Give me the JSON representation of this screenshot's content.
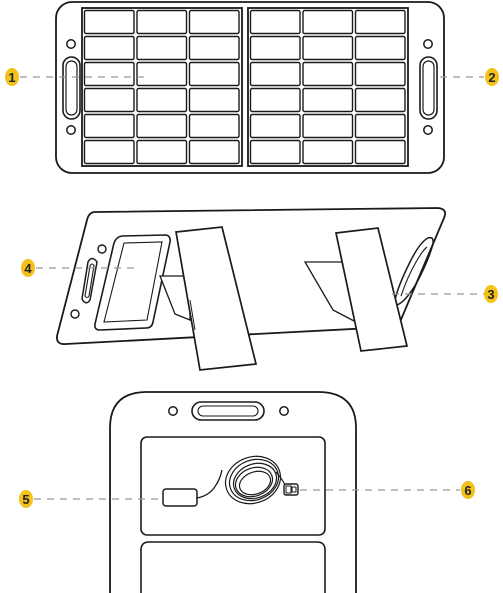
{
  "colors": {
    "stroke": "#1a1a1a",
    "badge": "#f2c21b",
    "leader": "#999999",
    "panel_fill": "#ffffff"
  },
  "callouts": [
    {
      "label": "1"
    },
    {
      "label": "2"
    },
    {
      "label": "3"
    },
    {
      "label": "4"
    },
    {
      "label": "5"
    },
    {
      "label": "6"
    }
  ]
}
